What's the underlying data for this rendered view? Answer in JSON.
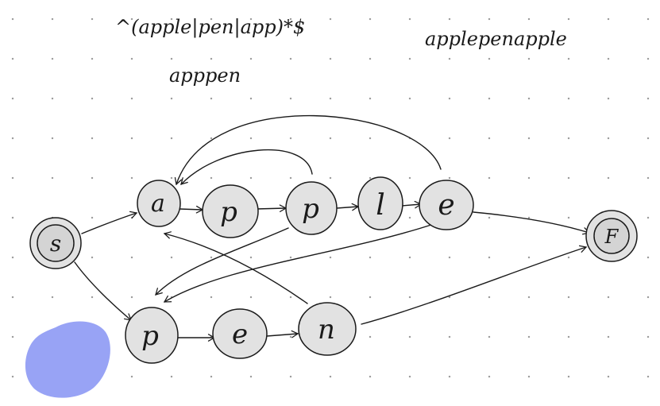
{
  "notes": {
    "regex": "^(apple|pen|app)*$",
    "example_match": "applepenapple",
    "example_fail": "apppen"
  },
  "nodes": {
    "start": "s",
    "a": "a",
    "p1": "p",
    "p2": "p",
    "l": "l",
    "e1": "e",
    "final": "F",
    "p3": "p",
    "e2": "e",
    "n": "n"
  },
  "colors": {
    "ink": "#1a1a1a",
    "node_fill": "#e2e2e2",
    "blob": "#98a3f5"
  },
  "icons": {
    "blob": "blue-blob-marker"
  }
}
